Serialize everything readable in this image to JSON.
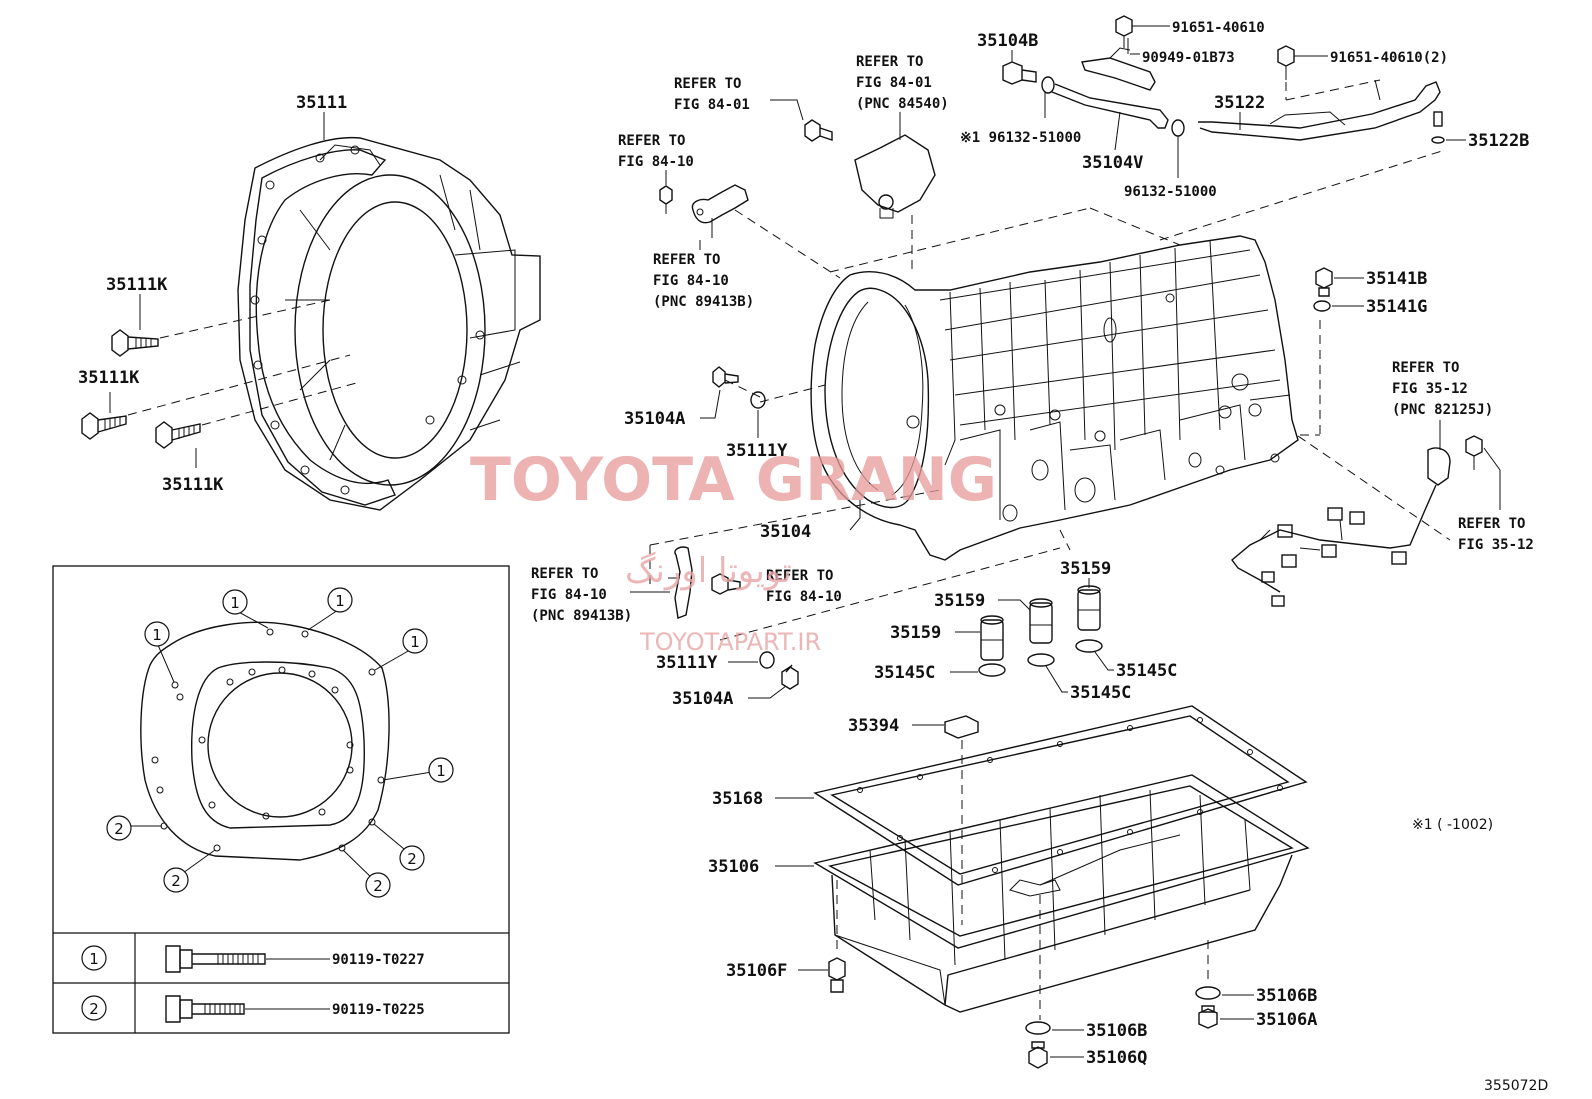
{
  "diagram_id": "355072D",
  "footnote": "※1 (      -1002)",
  "watermark": {
    "main": "TOYOTA GRANG",
    "persian": "تویوتا اورنگ",
    "url": "TOYOTAPART.IR"
  },
  "parts": {
    "p35111": "35111",
    "p35111K_a": "35111K",
    "p35111K_b": "35111K",
    "p35111K_c": "35111K",
    "p35104": "35104",
    "p35104A_a": "35104A",
    "p35104A_b": "35104A",
    "p35111Y_a": "35111Y",
    "p35111Y_b": "35111Y",
    "p35104B": "35104B",
    "p91651_a": "91651-40610",
    "p90949": "90949-01B73",
    "p91651_b": "91651-40610(2)",
    "p35122": "35122",
    "p35122B": "35122B",
    "p96132_a": "※1 96132-51000",
    "p35104V": "35104V",
    "p96132_b": "96132-51000",
    "p35141B": "35141B",
    "p35141G": "35141G",
    "p35159_a": "35159",
    "p35159_b": "35159",
    "p35159_c": "35159",
    "p35145C_a": "35145C",
    "p35145C_b": "35145C",
    "p35145C_c": "35145C",
    "p35394": "35394",
    "p35168": "35168",
    "p35106": "35106",
    "p35106F": "35106F",
    "p35106B_a": "35106B",
    "p35106B_b": "35106B",
    "p35106A": "35106A",
    "p35106Q": "35106Q"
  },
  "refs": {
    "r1": [
      "REFER TO",
      "FIG 84-01"
    ],
    "r2": [
      "REFER TO",
      "FIG 84-01",
      "(PNC 84540)"
    ],
    "r3": [
      "REFER TO",
      "FIG 84-10"
    ],
    "r4": [
      "REFER TO",
      "FIG 84-10",
      "(PNC 89413B)"
    ],
    "r5": [
      "REFER TO",
      "FIG 35-12",
      "(PNC 82125J)"
    ],
    "r6": [
      "REFER TO",
      "FIG 35-12"
    ],
    "r7": [
      "REFER TO",
      "FIG 84-10",
      "(PNC 89413B)"
    ],
    "r8": [
      "REFER TO",
      "FIG 84-10"
    ]
  },
  "inset": {
    "markers": [
      "1",
      "2"
    ],
    "bolt_table": [
      {
        "marker": "1",
        "part": "90119-T0227"
      },
      {
        "marker": "2",
        "part": "90119-T0225"
      }
    ]
  }
}
